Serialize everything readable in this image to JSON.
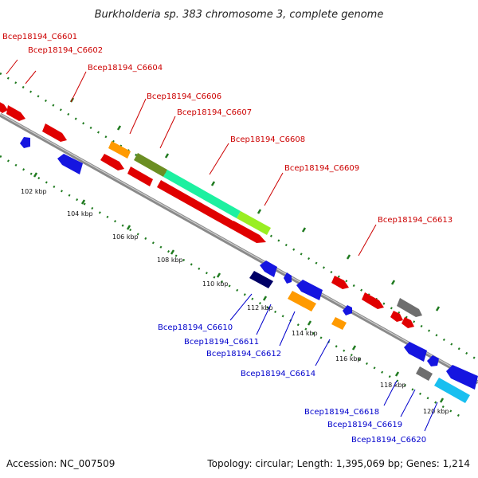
{
  "title": "Burkholderia sp. 383 chromosome 3, complete genome",
  "footer": {
    "accession": "Accession: NC_007509",
    "summary": "Topology: circular; Length: 1,395,069 bp; Genes: 1,214"
  },
  "colors": {
    "backbone": "#8a8a8a",
    "tick": "#1f7a1f",
    "forward_label": "#cc0000",
    "reverse_label": "#0000cc"
  },
  "ticks": [
    "102 kbp",
    "104 kbp",
    "106 kbp",
    "108 kbp",
    "110 kbp",
    "112 kbp",
    "114 kbp",
    "116 kbp",
    "118 kbp",
    "120 kbp"
  ],
  "forward_labels": [
    "Bcep18194_C6601",
    "Bcep18194_C6602",
    "Bcep18194_C6604",
    "Bcep18194_C6606",
    "Bcep18194_C6607",
    "Bcep18194_C6608",
    "Bcep18194_C6609",
    "Bcep18194_C6613"
  ],
  "reverse_labels": [
    "Bcep18194_C6610",
    "Bcep18194_C6611",
    "Bcep18194_C6612",
    "Bcep18194_C6614",
    "Bcep18194_C6618",
    "Bcep18194_C6619",
    "Bcep18194_C6620"
  ],
  "gene_colors": [
    "red",
    "blue",
    "orange",
    "olive",
    "spring-green",
    "yellow-green",
    "navy",
    "gray",
    "sky-blue"
  ]
}
